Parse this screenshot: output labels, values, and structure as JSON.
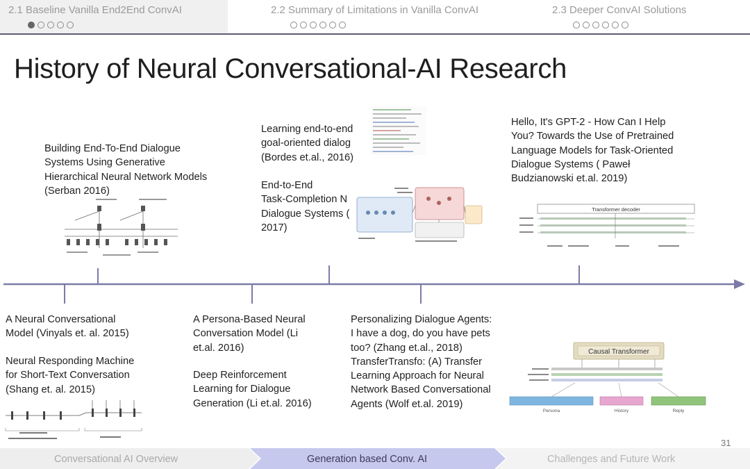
{
  "top_nav": {
    "sections": [
      {
        "label": "2.1 Baseline Vanilla End2End ConvAI",
        "dots": 5,
        "active_dot": 0
      },
      {
        "label": "2.2 Summary of Limitations in Vanilla ConvAI",
        "dots": 6,
        "active_dot": -1
      },
      {
        "label": "2.3 Deeper ConvAI Solutions",
        "dots": 6,
        "active_dot": -1
      }
    ]
  },
  "slide": {
    "title": "History of Neural Conversational-AI Research",
    "number": "31"
  },
  "papers": {
    "serban": [
      "Building End-To-End Dialogue",
      "Systems Using Generative",
      "Hierarchical Neural Network Models",
      "(Serban 2016)"
    ],
    "bordes": [
      "Learning end-to-end",
      "goal-oriented dialog",
      "(Bordes et.al., 2016)"
    ],
    "task_completion": [
      "End-to-End",
      "Task-Completion N",
      "Dialogue Systems (",
      "2017)"
    ],
    "gpt2": [
      "Hello, It's GPT-2 - How Can I Help",
      "You? Towards the Use of Pretrained",
      "Language Models for Task-Oriented",
      "Dialogue Systems ( Paweł",
      "Budzianowski et.al. 2019)"
    ],
    "vinyals": [
      "A Neural Conversational",
      "Model (Vinyals et. al. 2015)"
    ],
    "shang": [
      "Neural Responding Machine",
      "for Short-Text Conversation",
      "(Shang et. al. 2015)"
    ],
    "persona": [
      "A Persona-Based Neural",
      "Conversation Model (Li",
      "et.al. 2016)"
    ],
    "deep_rl": [
      "Deep Reinforcement",
      "Learning for Dialogue",
      "Generation (Li et.al. 2016)"
    ],
    "personalizing": [
      "Personalizing Dialogue Agents:",
      "I have a dog, do you have pets",
      "too? (Zhang et.al., 2018)",
      "TransferTransfo: (A) Transfer",
      "Learning Approach for Neural",
      "Network Based Conversational",
      "Agents (Wolf et.al. 2019)"
    ]
  },
  "figures": {
    "gpt2_header": "Transformer decoder",
    "transfo_header": "Causal Transformer",
    "transfo_inputs": [
      "Persona",
      "History",
      "Reply"
    ]
  },
  "bottom_nav": {
    "items": [
      "Conversational AI Overview",
      "Generation based Conv. AI",
      "Challenges and Future Work"
    ]
  },
  "colors": {
    "timeline": "#7b7ba8",
    "topline": "#5c5c74",
    "active_crumb": "#c6c8ee",
    "inactive_crumb": "#eeeeee"
  }
}
